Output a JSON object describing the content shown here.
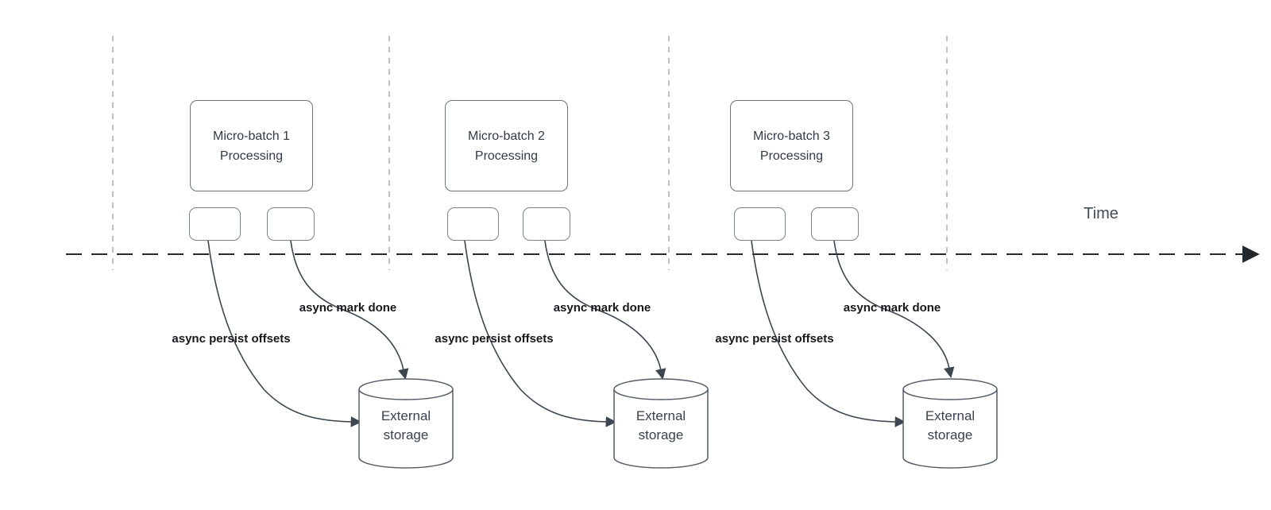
{
  "timeline": {
    "label": "Time"
  },
  "batches": [
    {
      "title": "Micro-batch 1\nProcessing",
      "persist_label": "async persist offsets",
      "mark_done_label": "async mark done",
      "storage_label": "External\nstorage"
    },
    {
      "title": "Micro-batch 2\nProcessing",
      "persist_label": "async persist offsets",
      "mark_done_label": "async mark done",
      "storage_label": "External\nstorage"
    },
    {
      "title": "Micro-batch 3\nProcessing",
      "persist_label": "async persist offsets",
      "mark_done_label": "async mark done",
      "storage_label": "External\nstorage"
    }
  ],
  "colors": {
    "curve_stroke": "#3d4650",
    "timeline_stroke": "#24292e",
    "guide_stroke": "#b3b3b3",
    "box_border": "#6b727c",
    "box_text": "#323b46",
    "label_text": "#16181b"
  }
}
